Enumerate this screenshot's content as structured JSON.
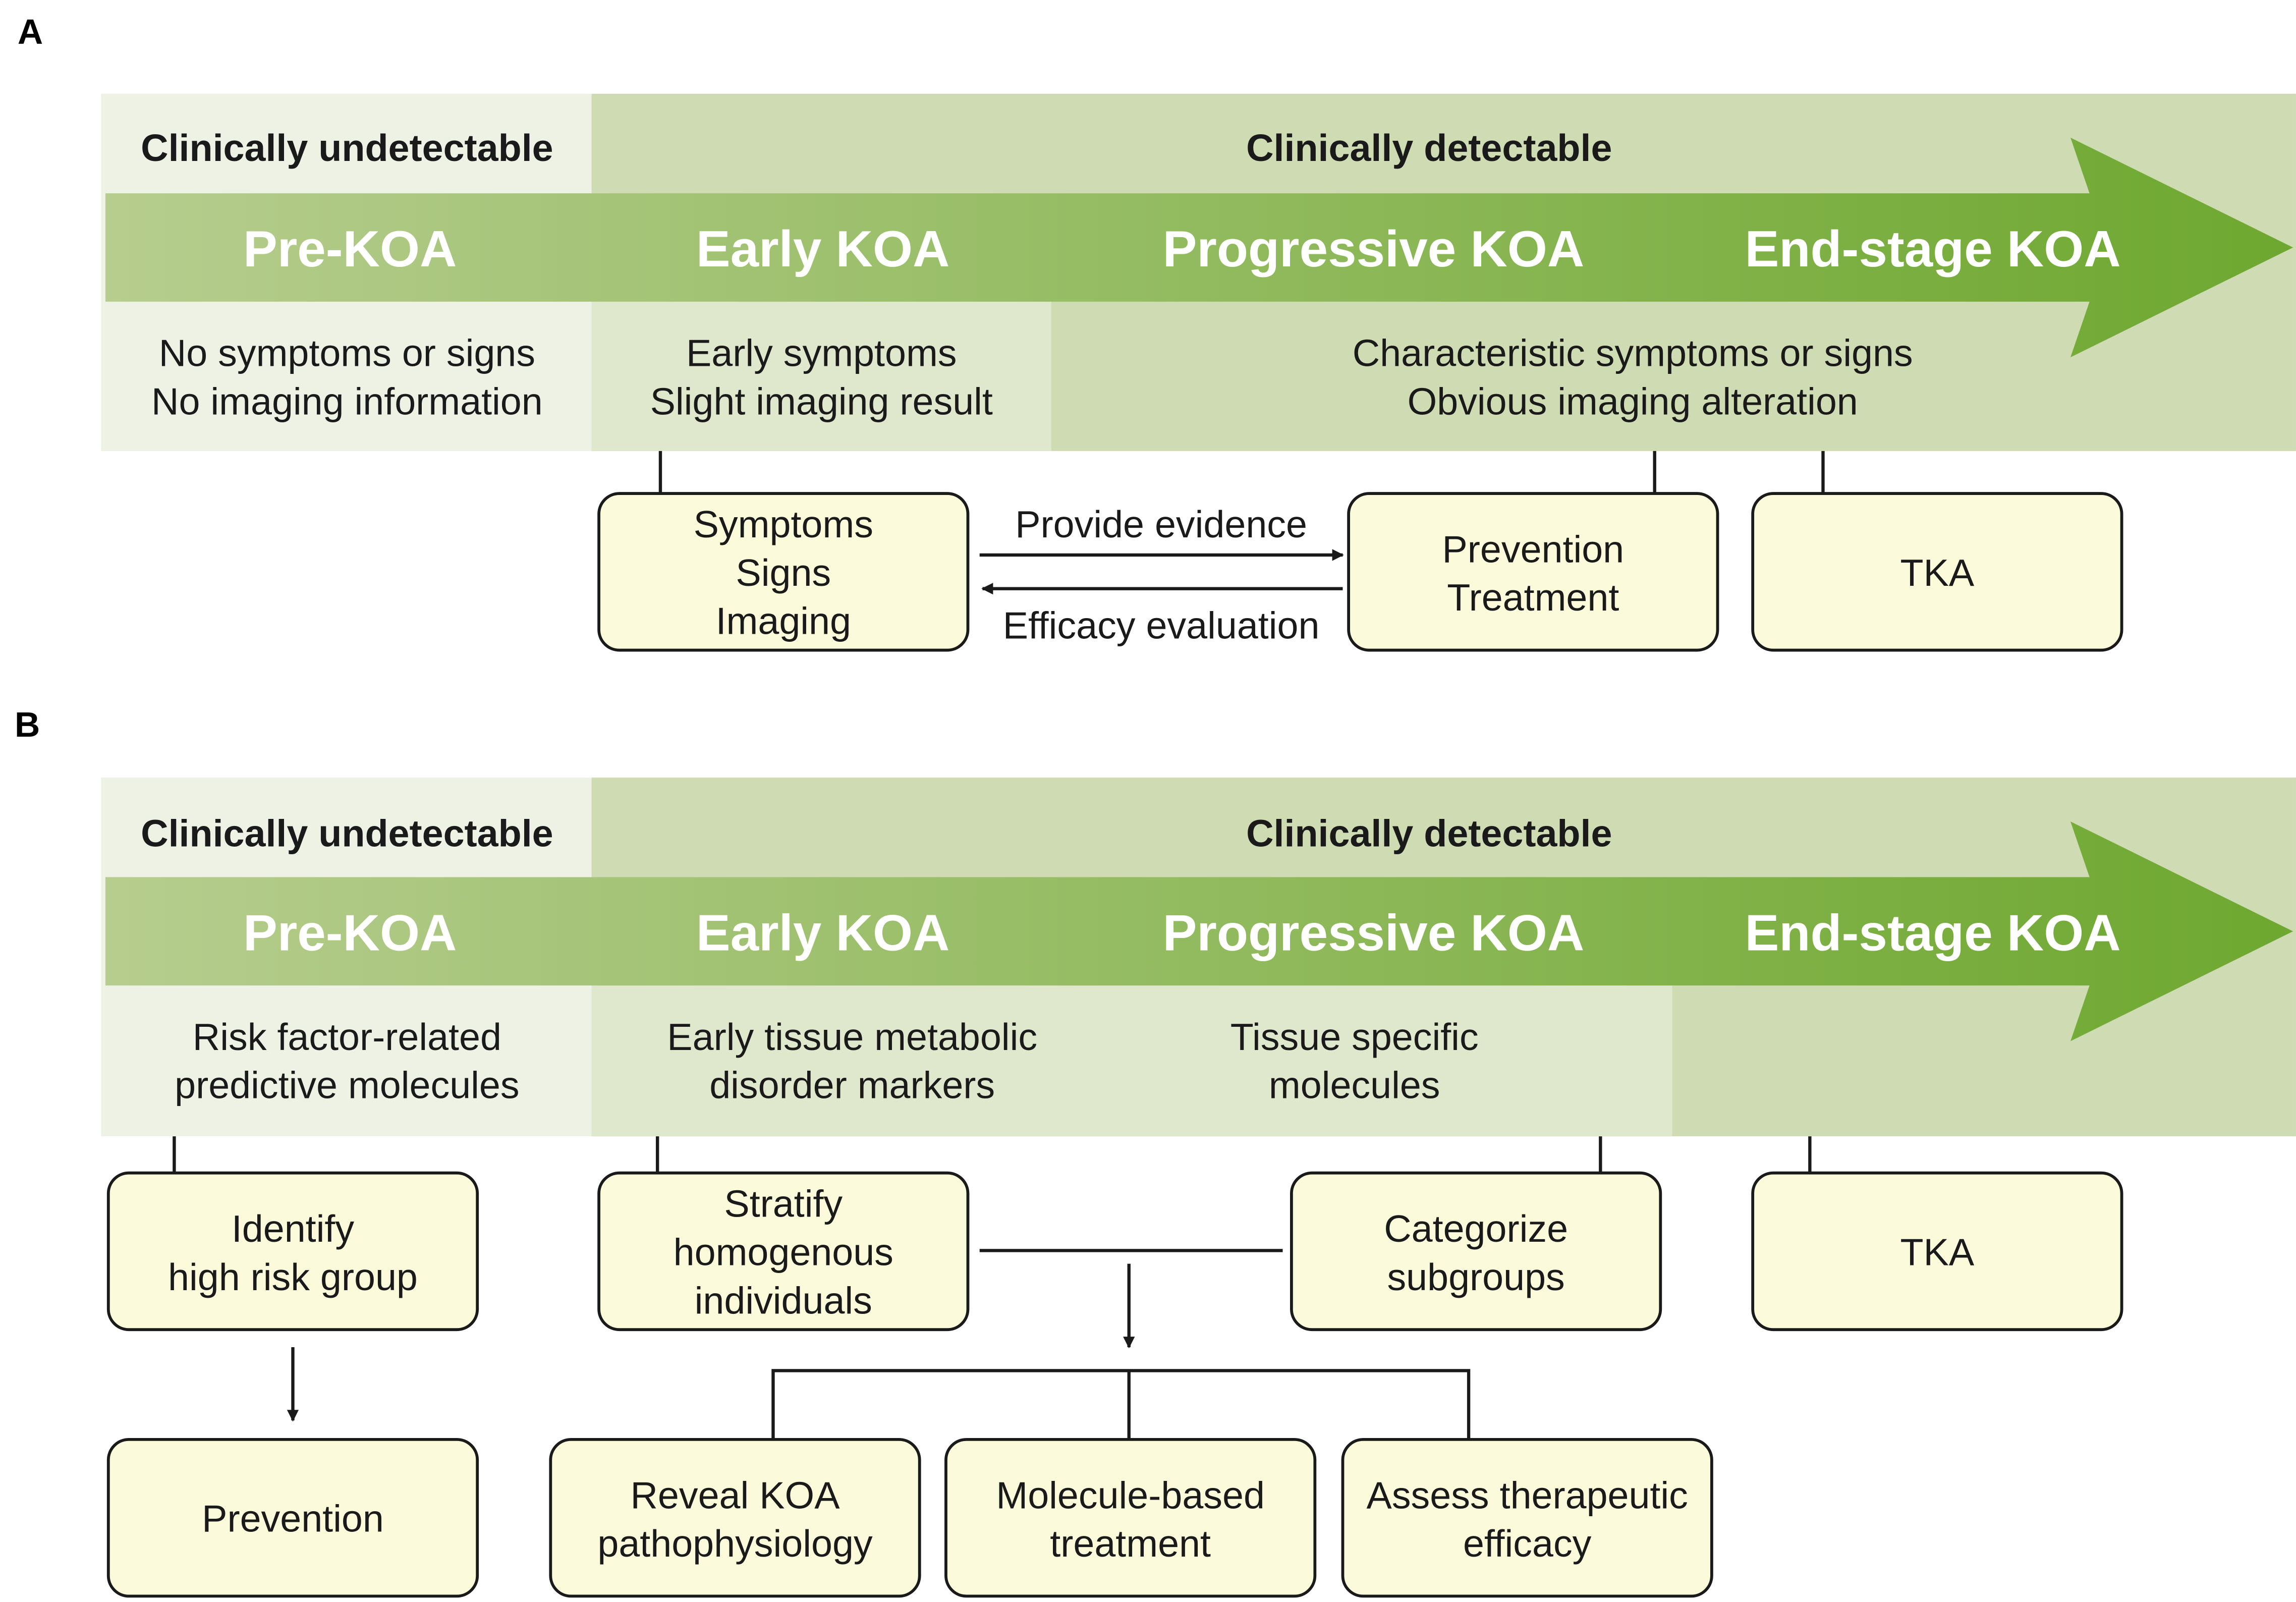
{
  "colors": {
    "band_light": "#eef2e5",
    "band_mid": "#cfdcb3",
    "band_pale": "#dfe7cc",
    "arrow_start": "#b6cd8e",
    "arrow_end": "#6ea830",
    "box_fill": "#fbfbdc"
  },
  "panel_a": {
    "letter": "A",
    "header_left": "Clinically undetectable",
    "header_right": "Clinically detectable",
    "stages": [
      "Pre-KOA",
      "Early KOA",
      "Progressive KOA",
      "End-stage KOA"
    ],
    "desc_pre": [
      "No symptoms or signs",
      "No imaging information"
    ],
    "desc_early": [
      "Early symptoms",
      "Slight imaging result"
    ],
    "desc_late": [
      "Characteristic symptoms or signs",
      "Obvious imaging alteration"
    ],
    "box_assessment": [
      "Symptoms",
      "Signs",
      "Imaging"
    ],
    "arrow_forward_label": "Provide evidence",
    "arrow_back_label": "Efficacy evaluation",
    "box_treatment": [
      "Prevention",
      "Treatment"
    ],
    "box_tka": "TKA"
  },
  "panel_b": {
    "letter": "B",
    "header_left": "Clinically undetectable",
    "header_right": "Clinically detectable",
    "stages": [
      "Pre-KOA",
      "Early KOA",
      "Progressive KOA",
      "End-stage KOA"
    ],
    "desc_pre": [
      "Risk factor-related",
      "predictive molecules"
    ],
    "desc_early": [
      "Early tissue metabolic",
      "disorder markers"
    ],
    "desc_progressive": [
      "Tissue specific",
      "molecules"
    ],
    "box_identify": [
      "Identify",
      "high risk group"
    ],
    "box_stratify": [
      "Stratify",
      "homogenous",
      "individuals"
    ],
    "box_categorize": [
      "Categorize",
      "subgroups"
    ],
    "box_tka": "TKA",
    "box_prevention": "Prevention",
    "box_reveal": [
      "Reveal KOA",
      "pathophysiology"
    ],
    "box_molecule": [
      "Molecule-based",
      "treatment"
    ],
    "box_assess": [
      "Assess therapeutic",
      "efficacy"
    ]
  }
}
